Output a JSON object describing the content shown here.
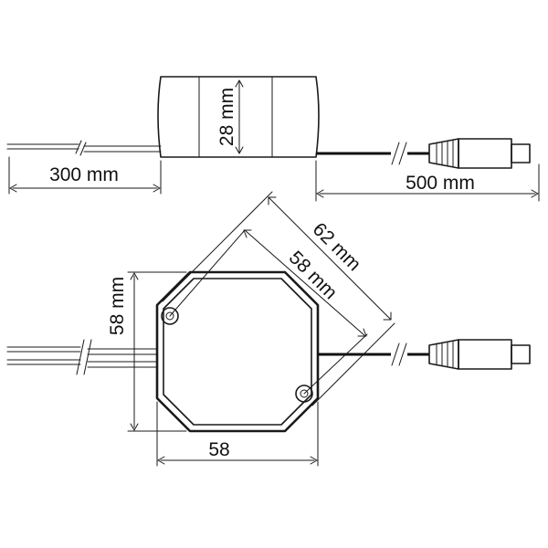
{
  "top_view": {
    "input_cable_length": "300 mm",
    "height": "28 mm",
    "output_cable_length": "500 mm"
  },
  "plan_view": {
    "outer_diagonal": "62 mm",
    "mounting_hole_spacing": "58 mm",
    "depth": "58 mm",
    "width": "58"
  },
  "colors": {
    "line": "#1a1a1a",
    "background": "#ffffff"
  }
}
